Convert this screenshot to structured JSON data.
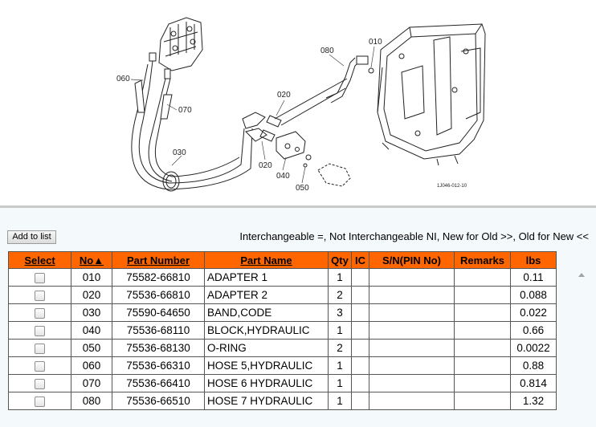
{
  "diagram": {
    "callouts": [
      "010",
      "020",
      "020",
      "030",
      "040",
      "050",
      "060",
      "070",
      "080"
    ],
    "figure_code": "1J046-012-10"
  },
  "toolbar": {
    "add_to_list_label": "Add to list",
    "legend_text": "Interchangeable =, Not Interchangeable NI, New for Old >>, Old for New <<"
  },
  "table": {
    "headers": {
      "select": "Select",
      "no": "No▲",
      "part_number": "Part Number",
      "part_name": "Part Name",
      "qty": "Qty",
      "ic": "IC",
      "sn": "S/N(PIN No)",
      "remarks": "Remarks",
      "lbs": "lbs"
    },
    "rows": [
      {
        "no": "010",
        "part_number": "75582-66810",
        "part_name": "ADAPTER 1",
        "qty": "1",
        "ic": "",
        "sn": "",
        "remarks": "",
        "lbs": "0.11"
      },
      {
        "no": "020",
        "part_number": "75536-66810",
        "part_name": "ADAPTER 2",
        "qty": "2",
        "ic": "",
        "sn": "",
        "remarks": "",
        "lbs": "0.088"
      },
      {
        "no": "030",
        "part_number": "75590-64650",
        "part_name": "BAND,CODE",
        "qty": "3",
        "ic": "",
        "sn": "",
        "remarks": "",
        "lbs": "0.022"
      },
      {
        "no": "040",
        "part_number": "75536-68110",
        "part_name": "BLOCK,HYDRAULIC",
        "qty": "1",
        "ic": "",
        "sn": "",
        "remarks": "",
        "lbs": "0.66"
      },
      {
        "no": "050",
        "part_number": "75536-68130",
        "part_name": "O-RING",
        "qty": "2",
        "ic": "",
        "sn": "",
        "remarks": "",
        "lbs": "0.0022"
      },
      {
        "no": "060",
        "part_number": "75536-66310",
        "part_name": "HOSE 5,HYDRAULIC",
        "qty": "1",
        "ic": "",
        "sn": "",
        "remarks": "",
        "lbs": "0.88"
      },
      {
        "no": "070",
        "part_number": "75536-66410",
        "part_name": "HOSE 6 HYDRAULIC",
        "qty": "1",
        "ic": "",
        "sn": "",
        "remarks": "",
        "lbs": "0.814"
      },
      {
        "no": "080",
        "part_number": "75536-66510",
        "part_name": "HOSE 7 HYDRAULIC",
        "qty": "1",
        "ic": "",
        "sn": "",
        "remarks": "",
        "lbs": "1.32"
      }
    ]
  },
  "colors": {
    "header_bg": "#ff6600",
    "lower_bg": "#f4f9fb"
  }
}
